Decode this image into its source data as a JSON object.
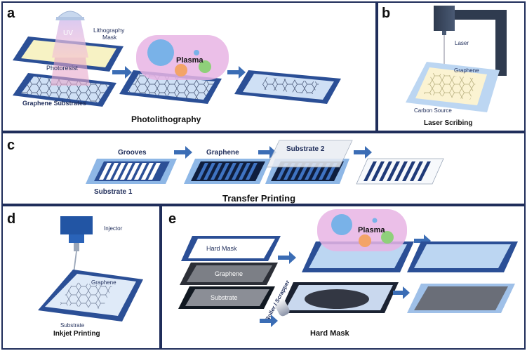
{
  "panels": {
    "a": {
      "label": "a",
      "title": "Photolithography",
      "uv": "UV",
      "lithography_mask": "Lithography\nMask",
      "photoresist": "Photoresist",
      "graphene_substrates": "Graphene Substrates",
      "plasma": "Plasma"
    },
    "b": {
      "label": "b",
      "title": "Laser Scribing",
      "laser": "Laser",
      "graphene": "Graphene",
      "carbon_source": "Carbon Source"
    },
    "c": {
      "label": "c",
      "title": "Transfer Printing",
      "grooves": "Grooves",
      "graphene": "Graphene",
      "substrate_2": "Substrate 2",
      "substrate_1": "Substrate 1"
    },
    "d": {
      "label": "d",
      "title": "Inkjet Printing",
      "injector": "Injector",
      "graphene": "Graphene",
      "substrate": "Substrate"
    },
    "e": {
      "label": "e",
      "title": "Hard Mask",
      "hard_mask": "Hard Mask",
      "graphene": "Graphene",
      "substrate": "Substrate",
      "roller": "Roller / Scrapper",
      "plasma": "Plasma"
    }
  },
  "colors": {
    "frame": "#2a4a8e",
    "light_blue": "#bcd6f2",
    "arrow": "#3b6db5",
    "plasma": "#e8b6e6"
  }
}
